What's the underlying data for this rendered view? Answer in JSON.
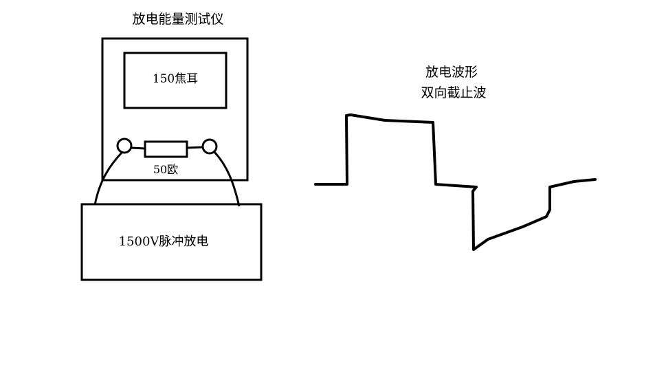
{
  "tester": {
    "title": "放电能量测试仪",
    "display_value": "150焦耳",
    "resistor_label": "50欧"
  },
  "source": {
    "label": "1500V脉冲放电"
  },
  "waveform": {
    "title": "放电波形",
    "subtitle": "双向截止波"
  },
  "colors": {
    "ink": "#000000",
    "background": "#ffffff"
  }
}
